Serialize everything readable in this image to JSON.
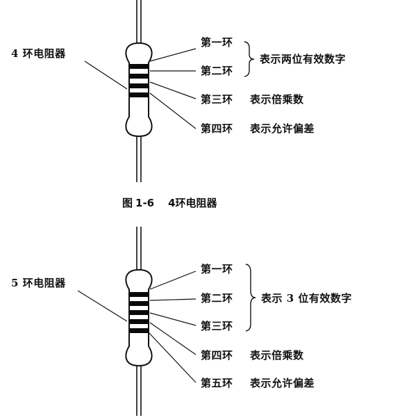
{
  "diagram1": {
    "title": "4 环电阻器",
    "ring1": "第一环",
    "ring2": "第二环",
    "brace_desc": "表示两位有效数字",
    "ring3": "第三环",
    "ring3_desc": "表示倍乘数",
    "ring4": "第四环",
    "ring4_desc": "表示允许偏差"
  },
  "caption": {
    "fig": "图",
    "num": "1-6",
    "text": "4环电阻器"
  },
  "diagram2": {
    "title": "5 环电阻器",
    "ring1": "第一环",
    "ring2": "第二环",
    "ring3": "第三环",
    "brace_desc": "表示 3 位有效数字",
    "ring4": "第四环",
    "ring4_desc": "表示倍乘数",
    "ring5": "第五环",
    "ring5_desc": "表示允许偏差"
  },
  "colors": {
    "ink": "#111111",
    "band": "#0a0a0a",
    "background": "#ffffff"
  }
}
